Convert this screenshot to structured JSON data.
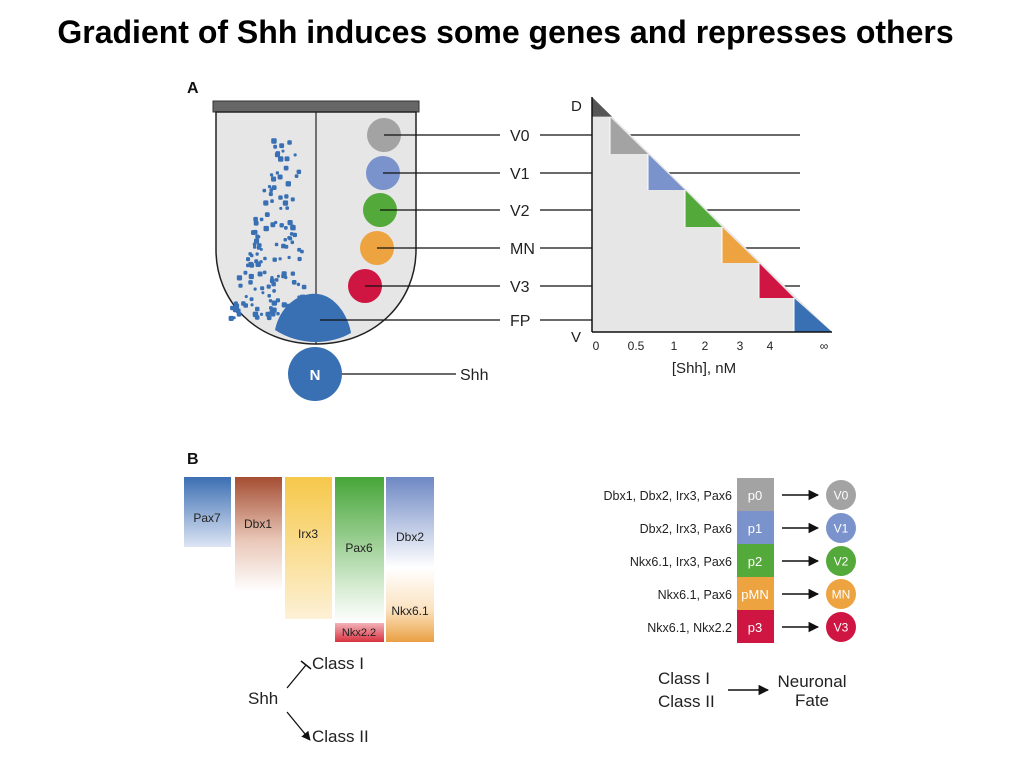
{
  "title": "Gradient of Shh induces some genes and represses others",
  "panelA": {
    "letter": "A",
    "notochord_label": "N",
    "shh_label": "Shh",
    "cell_types": [
      {
        "label": "V0",
        "color": "#a3a3a3"
      },
      {
        "label": "V1",
        "color": "#7b93cc"
      },
      {
        "label": "V2",
        "color": "#53a93a"
      },
      {
        "label": "MN",
        "color": "#eda33f"
      },
      {
        "label": "V3",
        "color": "#cf1542"
      },
      {
        "label": "FP",
        "color": "#3970b4"
      }
    ],
    "gradient_chart": {
      "dorsal_label": "D",
      "ventral_label": "V",
      "x_ticks": [
        "0",
        "0.5",
        "1",
        "2",
        "3",
        "4",
        "∞"
      ],
      "xlabel": "[Shh], nM"
    }
  },
  "panelB": {
    "letter": "B",
    "domain_bars": [
      {
        "label": "Pax7",
        "color": "#3c6fb3"
      },
      {
        "label": "Dbx1",
        "color": "#a54e33"
      },
      {
        "label": "Irx3",
        "color": "#f6c84a"
      },
      {
        "label": "Pax6",
        "color": "#46a538"
      },
      {
        "label": "Dbx2",
        "color": "#6e88c4"
      },
      {
        "label": "Nkx2.2",
        "color": "#d8323f"
      },
      {
        "label": "Nkx6.1",
        "color": "#eaa043"
      }
    ],
    "shh_label": "Shh",
    "class1_label": "Class I",
    "class2_label": "Class II",
    "code_rows": [
      {
        "genes": "Dbx1, Dbx2, Irx3, Pax6",
        "progenitor": "p0",
        "neuron": "V0",
        "color": "#a3a3a3"
      },
      {
        "genes": "Dbx2, Irx3, Pax6",
        "progenitor": "p1",
        "neuron": "V1",
        "color": "#7b93cc"
      },
      {
        "genes": "Nkx6.1, Irx3, Pax6",
        "progenitor": "p2",
        "neuron": "V2",
        "color": "#53a93a"
      },
      {
        "genes": "Nkx6.1, Pax6",
        "progenitor": "pMN",
        "neuron": "MN",
        "color": "#eda33f"
      },
      {
        "genes": "Nkx6.1, Nkx2.2",
        "progenitor": "p3",
        "neuron": "V3",
        "color": "#cf1542"
      }
    ],
    "legend_class1": "Class I",
    "legend_class2": "Class II",
    "legend_fate_line1": "Neuronal",
    "legend_fate_line2": "Fate"
  }
}
